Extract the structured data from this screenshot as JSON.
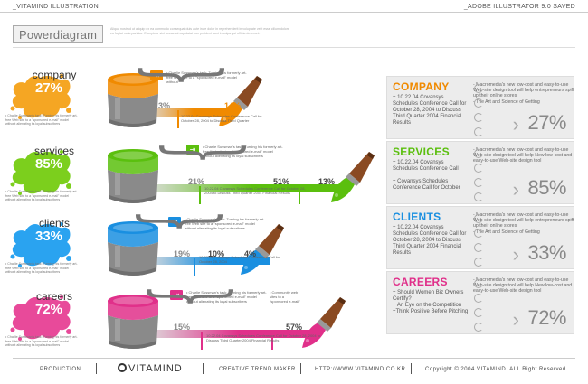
{
  "header": {
    "left": "_VITAMIND ILLUSTRATION",
    "right": "_ADOBE ILLUSTRATOR 9.0 SAVED"
  },
  "title": "Powerdiagram",
  "title_desc": "Aliqua nostrud ut aliquip ex ea commodo consequat duis aute irure dolor in reprehenderit in voluptate velit esse cillum dolore eu fugiat nulla pariatur. Excepteur sint occaecat cupidatat non proident sunt in culpa qui officia deserunt.",
  "rows": [
    {
      "name": "company",
      "pct": "27%",
      "color": "#f08a00",
      "splat": "#f5a623",
      "small": "• Charlie Sussman's task: Turning his formerly art-free Web site to a \"sponsored e-mail\" model without alienating its loyal subscribers",
      "arrow_note": "• Charlie Sussman's task: Turning his formerly art-free Web site to a \"sponsored e-mail\" model without",
      "brace_note": "10.22.04 Covansys Schedules Conference Call for October 28, 2004 to Discuss Third Quarter",
      "p1": "13%",
      "p2": "14%"
    },
    {
      "name": "services",
      "pct": "85%",
      "color": "#5bbf0e",
      "splat": "#7ccf1d",
      "small": "• Charlie Sussman's task: Turning his formerly art-free Web site to a \"sponsored e-mail\" model without alienating its loyal subscribers",
      "arrow_note": "• Charlie Sussman's task: Turning his formerly art-free Web site to a \"sponsored e-mail\" model without alienating its loyal subscribers",
      "brace_note": "10.22.04 Covansys Schedules Conference Call for October 28, 2004 to Discuss Third Quarter 2004 Financial Results",
      "p1": "21%",
      "p2": "51%",
      "p3": "13%"
    },
    {
      "name": "clients",
      "pct": "33%",
      "color": "#1a8fe0",
      "splat": "#2aa3f0",
      "small": "• Charlie Sussman's task: Turning his formerly art-free Web site to a \"sponsored e-mail\" model without alienating its loyal subscribers",
      "arrow_note": "• Charlie Sussman's task: Turning his formerly art-free Web site to a \"sponsored e-mail\" model without alienating its loyal subscribers",
      "brace_note": "10.22.04 Covansys Schedules Conference Call for October 28, 2004",
      "p1": "19%",
      "p2": "10%",
      "p3": "4%"
    },
    {
      "name": "careers",
      "pct": "72%",
      "color": "#e0308a",
      "splat": "#e84a9a",
      "small": "• Charlie Sussman's task: Turning his formerly art-free Web site to a \"sponsored e-mail\" model without alienating its loyal subscribers",
      "arrow_note": "• Charlie Sussman's task: Turning his formerly art-free Web site to a \"sponsored e-mail\" model without alienating its loyal subscribers",
      "note2": "• Community web sites to a \"sponsored e-mail\"",
      "brace_note": "10.22.04 Covansys Schedules Conference Call for October 28, 2004 to Discuss Third Quarter 2004 Financial Results",
      "p1": "15%",
      "p2": "57%"
    }
  ],
  "cards": [
    {
      "cat": "COMPANY",
      "color": "#f08a00",
      "news": "+ 10.22.04 Covansys Schedules Conference Call for October 28, 2004 to Discuss Third Quarter 2004 Financial Results",
      "c2": "- Macromedia's new low-cost and easy-to-use Web-site design tool will help entrepreneurs spiff up their online stores\n- The Art and Science of Getting",
      "pct": "27%"
    },
    {
      "cat": "SERVICES",
      "color": "#5bbf0e",
      "news": "+ 10.22.04 Covansys Schedules Conference Call\n\n+ Covansys Schedules Conference Call for October",
      "c2": "- Macromedia's new low-cost and easy-to-use Web-site design tool will help    New low-cost and easy-to-use Web-site design tool",
      "pct": "85%"
    },
    {
      "cat": "CLIENTS",
      "color": "#1a8fe0",
      "news": "+ 10.22.04 Covansys Schedules Conference Call for October 28, 2004 to Discuss Third Quarter 2004 Financial Results",
      "c2": "- Macromedia's new low-cost and easy-to-use Web-site design tool will help entrepreneurs spiff up their online stores\n- The Art and Science of Getting",
      "pct": "33%"
    },
    {
      "cat": "CAREERS",
      "color": "#e0308a",
      "news": "+ Should Women Biz Owners Certify?\n+ An Eye on the Competition\n+Think Positive Before Pitching",
      "c2": "- Macromedia's new low-cost and easy-to-use Web-site design tool will help    New low-cost and easy-to-use Web-site design tool",
      "pct": "72%"
    }
  ],
  "footer": {
    "production": "PRODUCTION",
    "logo": "VITAMIND",
    "tagline": "CREATIVE TREND MAKER",
    "url": "HTTP://WWW.VITAMIND.CO.KR",
    "copyright": "Copyright © 2004 VITAMIND. ALL Right Reserved."
  }
}
